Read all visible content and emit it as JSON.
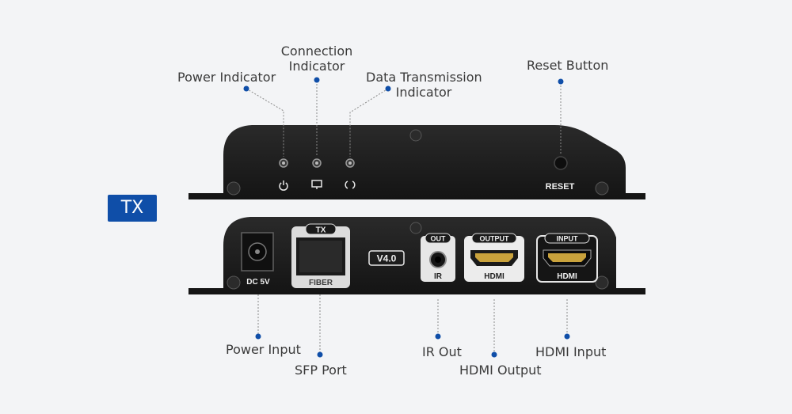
{
  "badge": "TX",
  "callouts": {
    "power_indicator": "Power Indicator",
    "connection_indicator_1": "Connection",
    "connection_indicator_2": "Indicator",
    "data_transmission_1": "Data Transmission",
    "data_transmission_2": "Indicator",
    "reset_button": "Reset Button",
    "power_input": "Power Input",
    "sfp_port": "SFP Port",
    "ir_out": "IR Out",
    "hdmi_output": "HDMI Output",
    "hdmi_input": "HDMI Input"
  },
  "device": {
    "reset_label": "RESET",
    "dc_label": "DC 5V",
    "sfp_top_label": "TX",
    "sfp_bottom_label": "FIBER",
    "version": "V4.0",
    "ir_top": "OUT",
    "ir_bottom": "IR",
    "hdmi_out_top": "OUTPUT",
    "hdmi_out_bottom": "HDMI",
    "hdmi_in_top": "INPUT",
    "hdmi_in_bottom": "HDMI"
  },
  "colors": {
    "accent": "#0f4ea8",
    "device_body": "#1c1c1c"
  }
}
